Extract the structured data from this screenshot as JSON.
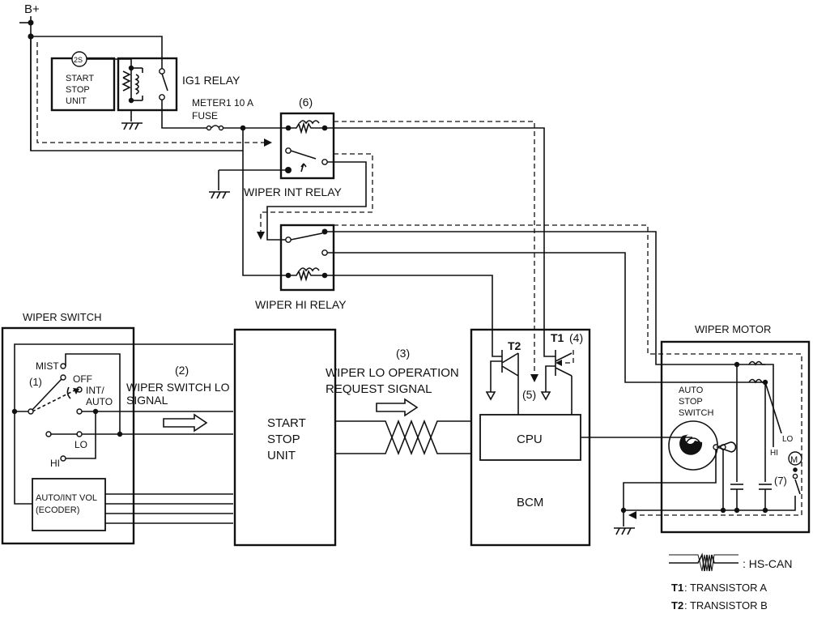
{
  "labels": {
    "b_plus": "B+",
    "ss_unit_small": [
      "START",
      "STOP",
      "UNIT"
    ],
    "ss_icon": "2S",
    "ig1_relay": "IG1 RELAY",
    "fuse": [
      "METER1 10 A",
      "FUSE"
    ],
    "n6": "(6)",
    "wiper_int_relay": "WIPER INT RELAY",
    "wiper_hi_relay": "WIPER HI RELAY",
    "wiper_switch": "WIPER SWITCH",
    "mist": "MIST",
    "n1": "(1)",
    "off": "OFF",
    "int_auto": [
      "INT/",
      "AUTO"
    ],
    "lo": "LO",
    "hi": "HI",
    "encoder": [
      "AUTO/INT VOL",
      "(ECODER)"
    ],
    "n2": "(2)",
    "lo_signal": [
      "WIPER SWITCH LO",
      "SIGNAL"
    ],
    "ss_unit": [
      "START",
      "STOP",
      "UNIT"
    ],
    "n3": "(3)",
    "request_signal": [
      "WIPER LO OPERATION",
      "REQUEST SIGNAL"
    ],
    "t2": "T2",
    "t1": "T1",
    "n4": "(4)",
    "n5": "(5)",
    "cpu": "CPU",
    "bcm": "BCM",
    "wiper_motor": "WIPER MOTOR",
    "auto_stop_switch": [
      "AUTO",
      "STOP",
      "SWITCH"
    ],
    "motor_lo": "LO",
    "motor_hi": "HI",
    "motor_m": "M",
    "n7": "(7)"
  },
  "legend": {
    "hs_can": ": HS-CAN",
    "t1_key": "T1",
    "t1_desc": ": TRANSISTOR A",
    "t2_key": "T2",
    "t2_desc": ": TRANSISTOR B"
  }
}
